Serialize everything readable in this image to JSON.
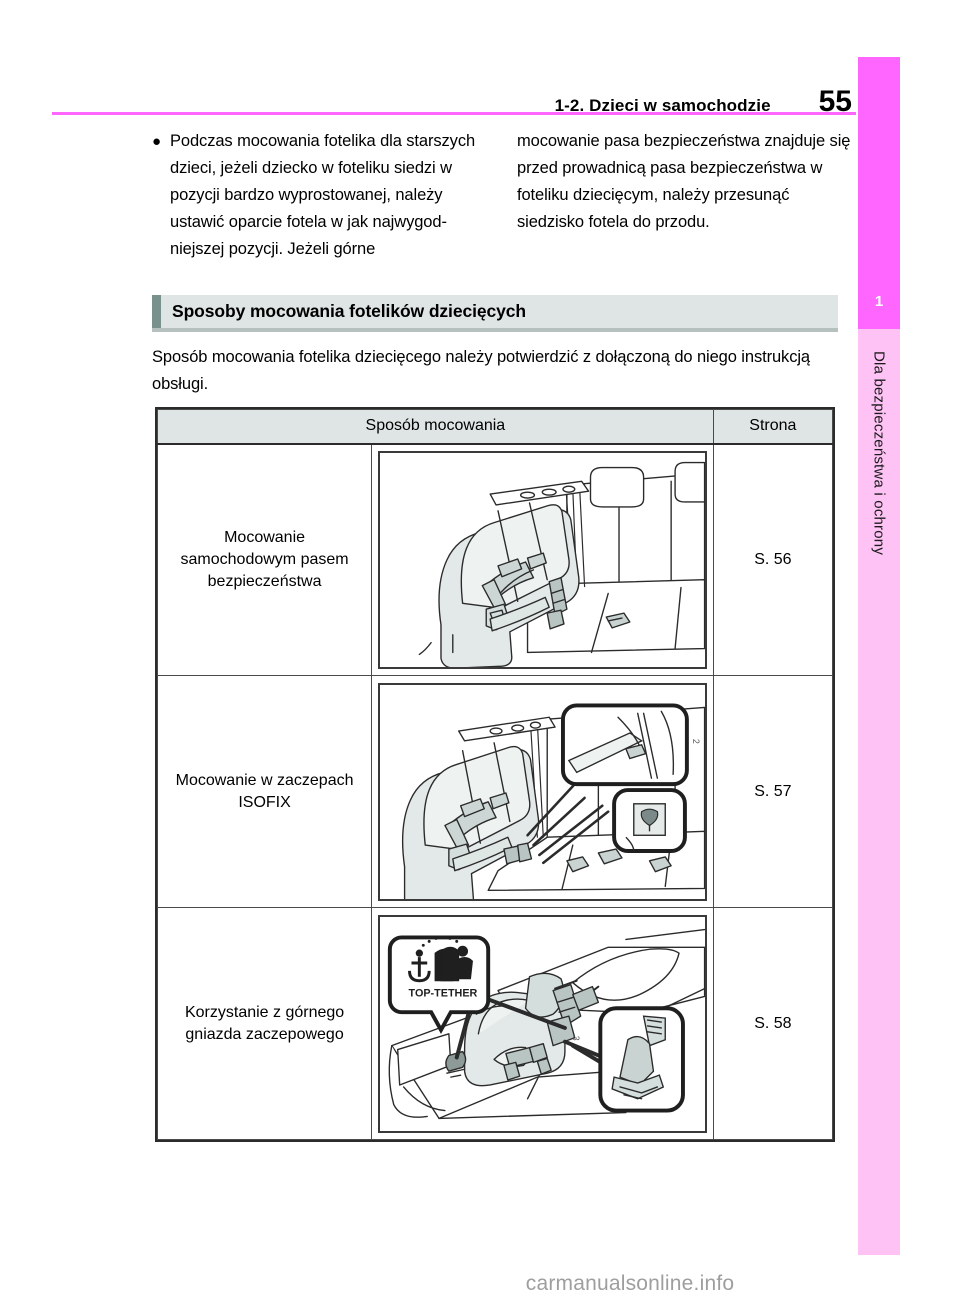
{
  "header": {
    "title": "1-2. Dzieci w samochodzie",
    "page_number": "55",
    "rule_color": "#ff66ff"
  },
  "side_tab": {
    "chapter_number": "1",
    "chapter_label": "Dla bezpieczeństwa i ochrony",
    "accent_color": "#ff66ff",
    "strip_color": "#ffc2f5"
  },
  "intro": {
    "bullet_glyph": "●",
    "left_text": "Podczas mocowania fotelika dla starszych dzieci, jeżeli dziecko w foteliku siedzi w pozycji bardzo wyprostowanej, należy ustawić oparcie fotela w jak najwygod-niejszej pozycji. Jeżeli górne",
    "right_text": "mocowanie pasa bezpieczeństwa znajduje się przed prowadnicą pasa bezpieczeństwa w foteliku dziecięcym, należy przesunąć siedzisko fotela do przodu."
  },
  "section": {
    "heading": "Sposoby mocowania fotelików dziecięcych",
    "lead": "Sposób mocowania fotelika dziecięcego należy potwierdzić z dołączoną do niego instrukcją obsługi.",
    "accent_color": "#78918d",
    "background_color": "#dfe5e4"
  },
  "table": {
    "columns": [
      "Sposób mocowania",
      "Strona"
    ],
    "rows": [
      {
        "method": "Mocowanie samochodowym pasem bezpieczeństwa",
        "illustration": "child-seat-secured-with-vehicle-seatbelt",
        "page": "S. 56"
      },
      {
        "method": "Mocowanie w zaczepach ISOFIX",
        "illustration": "child-seat-secured-with-isofix-anchors",
        "page": "S. 57"
      },
      {
        "method": "Korzystanie z górnego gniazda zaczepowego",
        "illustration": "top-tether-anchor-usage",
        "page": "S. 58",
        "illustration_badge": "TOP-TETHER"
      }
    ]
  },
  "watermark": {
    "text": "carmanualsonline.info"
  }
}
